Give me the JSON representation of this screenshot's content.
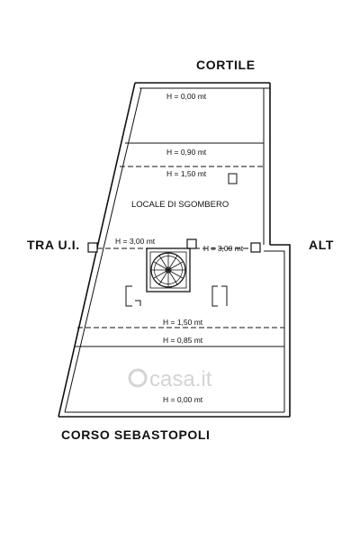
{
  "labels": {
    "north_street": "CORTILE",
    "south_street": "CORSO SEBASTOPOLI",
    "west_neighbor": "TRA U.I.",
    "east_neighbor": "ALT",
    "room_name": "LOCALE DI SGOMBERO"
  },
  "heights": {
    "h_top": "H = 0,00 mt",
    "h_090": "H = 0,90 mt",
    "h_150_upper": "H = 1,50 mt",
    "h_300_left": "H = 3,00 mt",
    "h_300_right": "H = 3,00 mt",
    "h_150_lower": "H = 1,50 mt",
    "h_085": "H = 0,85 mt",
    "h_bottom": "H = 0,00 mt"
  },
  "watermark": "casa.it",
  "colors": {
    "ink": "#111111",
    "watermark": "#d4d4d4"
  }
}
